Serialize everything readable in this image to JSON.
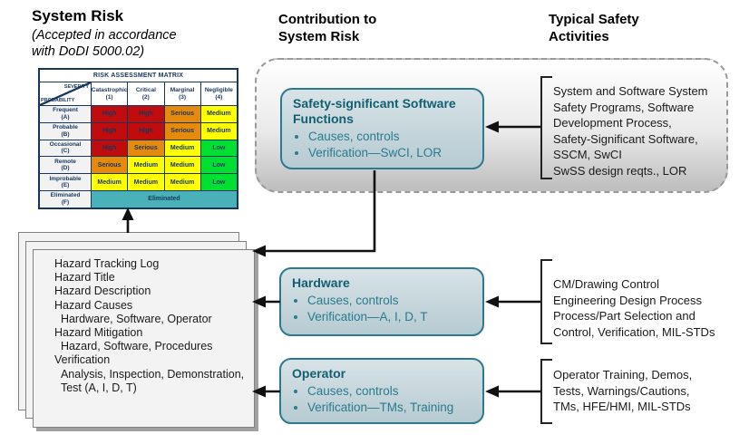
{
  "headers": {
    "system_risk": {
      "title": "System Risk",
      "subtitle": [
        "(Accepted in accordance",
        "with DoDI 5000.02)"
      ]
    },
    "contribution": {
      "title": [
        "Contribution to",
        "System Risk"
      ]
    },
    "activities": {
      "title": [
        "Typical Safety",
        "Activities"
      ]
    }
  },
  "risk_matrix": {
    "title": "RISK ASSESSMENT MATRIX",
    "axis_severity": "SEVERITY",
    "axis_probability": "PROBABILITY",
    "columns": [
      [
        "Catastrophic",
        "(1)"
      ],
      [
        "Critical",
        "(2)"
      ],
      [
        "Marginal",
        "(3)"
      ],
      [
        "Negligible",
        "(4)"
      ]
    ],
    "rows": [
      {
        "label": [
          "Frequent",
          "(A)"
        ],
        "cells": [
          {
            "text": "High",
            "bg": "#c00c0c"
          },
          {
            "text": "High",
            "bg": "#c00c0c"
          },
          {
            "text": "Serious",
            "bg": "#e68a0d"
          },
          {
            "text": "Medium",
            "bg": "#ffff00"
          }
        ]
      },
      {
        "label": [
          "Probable",
          "(B)"
        ],
        "cells": [
          {
            "text": "High",
            "bg": "#c00c0c"
          },
          {
            "text": "High",
            "bg": "#c00c0c"
          },
          {
            "text": "Serious",
            "bg": "#e68a0d"
          },
          {
            "text": "Medium",
            "bg": "#ffff00"
          }
        ]
      },
      {
        "label": [
          "Occasional",
          "(C)"
        ],
        "cells": [
          {
            "text": "High",
            "bg": "#c00c0c"
          },
          {
            "text": "Serious",
            "bg": "#e68a0d"
          },
          {
            "text": "Medium",
            "bg": "#ffff00"
          },
          {
            "text": "Low",
            "bg": "#00e033"
          }
        ]
      },
      {
        "label": [
          "Remote",
          "(D)"
        ],
        "cells": [
          {
            "text": "Serious",
            "bg": "#e68a0d"
          },
          {
            "text": "Medium",
            "bg": "#ffff00"
          },
          {
            "text": "Medium",
            "bg": "#ffff00"
          },
          {
            "text": "Low",
            "bg": "#00e033"
          }
        ]
      },
      {
        "label": [
          "Improbable",
          "(E)"
        ],
        "cells": [
          {
            "text": "Medium",
            "bg": "#ffff00"
          },
          {
            "text": "Medium",
            "bg": "#ffff00"
          },
          {
            "text": "Medium",
            "bg": "#ffff00"
          },
          {
            "text": "Low",
            "bg": "#00e033"
          }
        ]
      }
    ],
    "eliminated": {
      "label": [
        "Eliminated",
        "(F)"
      ],
      "text": "Eliminated",
      "bg": "#49b2b8"
    }
  },
  "hazard_log": {
    "lines": [
      "Hazard Tracking Log",
      "Hazard Title",
      "Hazard Description",
      "Hazard Causes",
      "  Hardware, Software, Operator",
      "Hazard Mitigation",
      "  Hazard, Software, Procedures",
      "Verification",
      "  Analysis, Inspection, Demonstration,",
      "  Test (A, I, D, T)"
    ]
  },
  "boxes": [
    {
      "title": "Safety-significant Software Functions",
      "bullets": [
        "Causes, controls",
        "Verification—SwCI, LOR"
      ]
    },
    {
      "title": "Hardware",
      "bullets": [
        "Causes, controls",
        "Verification—A, I, D, T"
      ]
    },
    {
      "title": "Operator",
      "bullets": [
        "Causes, controls",
        "Verification—TMs, Training"
      ]
    }
  ],
  "activity_lists": [
    {
      "lines": [
        "System and Software System",
        "Safety Programs, Software",
        "Development Process,",
        "Safety-Significant Software,",
        "SSCM, SwCI",
        "SwSS design reqts., LOR"
      ]
    },
    {
      "lines": [
        "CM/Drawing Control",
        "Engineering Design Process",
        "Process/Part Selection and",
        "Control, Verification, MIL-STDs"
      ]
    },
    {
      "lines": [
        "Operator Training, Demos,",
        "Tests, Warnings/Cautions,",
        "TMs, HFE/HMI, MIL-STDs"
      ]
    }
  ],
  "colors": {
    "risk_high": "#c00c0c",
    "risk_serious": "#e68a0d",
    "risk_medium": "#ffff00",
    "risk_low": "#00e033",
    "risk_eliminated": "#49b2b8",
    "matrix_border": "#17365d",
    "box_border": "#2d7a8e",
    "box_title_text": "#115f70",
    "box_bullet_text": "#2a7b8e",
    "dashed_border": "#999999"
  }
}
